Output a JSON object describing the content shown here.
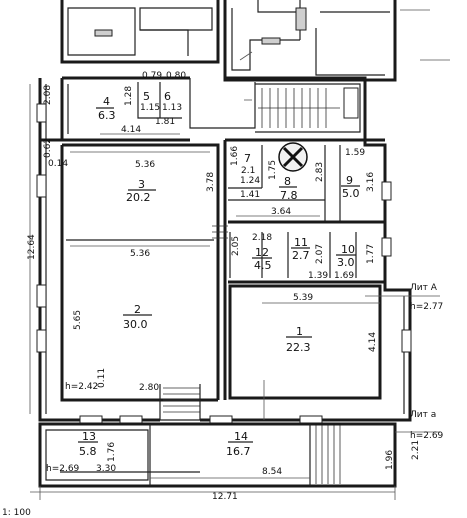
{
  "rooms": [
    {
      "id": "1",
      "num": "1",
      "area": "22.3"
    },
    {
      "id": "2",
      "num": "2",
      "area": "30.0"
    },
    {
      "id": "3",
      "num": "3",
      "area": "20.2"
    },
    {
      "id": "4",
      "num": "4",
      "area": "6.3"
    },
    {
      "id": "5",
      "num": "5",
      "area": "1.15"
    },
    {
      "id": "6",
      "num": "6",
      "area": "1.13"
    },
    {
      "id": "7",
      "num": "7",
      "area": "2.1"
    },
    {
      "id": "8",
      "num": "8",
      "area": "7.8"
    },
    {
      "id": "9",
      "num": "9",
      "area": "5.0"
    },
    {
      "id": "10",
      "num": "10",
      "area": "3.0"
    },
    {
      "id": "11",
      "num": "11",
      "area": "2.7"
    },
    {
      "id": "12",
      "num": "12",
      "area": "4.5"
    },
    {
      "id": "13",
      "num": "13",
      "area": "5.8"
    },
    {
      "id": "14",
      "num": "14",
      "area": "16.7"
    }
  ],
  "dimensions": {
    "d_2_08": "2.08",
    "d_1_28": "1.28",
    "d_0_79": "0.79",
    "d_0_80": "0.80",
    "d_1_81": "1.81",
    "d_4_14_top": "4.14",
    "d_0_62": "0.62",
    "d_0_14": "0.14",
    "d_5_36_top": "5.36",
    "d_3_78": "3.78",
    "d_1_66": "1.66",
    "d_1_75": "1.75",
    "d_1_24": "1.24",
    "d_2_83": "2.83",
    "d_1_59": "1.59",
    "d_3_16": "3.16",
    "d_1_41": "1.41",
    "d_3_64": "3.64",
    "d_12_64": "12.64",
    "d_2_18": "2.18",
    "d_2_05": "2.05",
    "d_2_07": "2.07",
    "d_1_77": "1.77",
    "d_5_36_mid": "5.36",
    "d_1_39": "1.39",
    "d_1_69": "1.69",
    "d_5_39": "5.39",
    "d_5_65": "5.65",
    "d_4_14_right": "4.14",
    "d_0_11": "0.11",
    "d_2_80": "2.80",
    "d_1_76": "1.76",
    "d_2_21": "2.21",
    "d_1_96": "1.96",
    "d_8_54": "8.54",
    "d_12_71": "12.71",
    "d_3_30": "3.30"
  },
  "notes": {
    "h_2_42": "h=2.42",
    "lit_a": "Лит А",
    "h_2_77": "h=2.77",
    "lit_a2": "Лит а",
    "h_2_69_right": "h=2.69",
    "h_2_69_left": "h=2.69",
    "scale": "1: 100"
  }
}
